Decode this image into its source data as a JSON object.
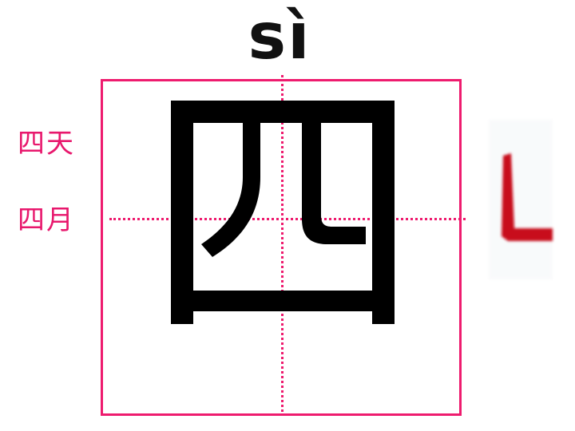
{
  "pinyin": "sì",
  "character": "四",
  "words": [
    "四天",
    "四月"
  ],
  "stroke_hint_icon": "stroke-vertical-turn-icon",
  "colors": {
    "grid": "#ee1b6e",
    "words": "#e8186d",
    "character": "#000000",
    "stroke_hint": "#c8101e"
  }
}
